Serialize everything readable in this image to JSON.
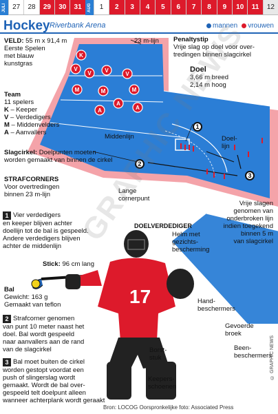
{
  "dates": {
    "month_july": "JULI",
    "month_aug": "AUG",
    "days": [
      "27",
      "28",
      "29",
      "30",
      "31",
      "1",
      "2",
      "3",
      "4",
      "5",
      "6",
      "7",
      "8",
      "9",
      "10",
      "11",
      "12"
    ],
    "highlight": [
      "29",
      "30",
      "31",
      "2",
      "3",
      "4",
      "5",
      "6",
      "7",
      "8",
      "9",
      "10",
      "11"
    ]
  },
  "header": {
    "title": "Hockey",
    "venue": "Riverbank Arena",
    "legend_men": "mannen",
    "legend_women": "vrouwen"
  },
  "colors": {
    "brand_blue": "#1f63b6",
    "field_blue": "#2b7ed6",
    "surround_pink": "#f4a3a9",
    "red": "#dd1a2b"
  },
  "field": {
    "veld_label": "VELD:",
    "veld_size": "55 m x 91,4 m",
    "veld_desc": [
      "Eerste Spelen",
      "met blauw",
      "kunstgras"
    ],
    "line_23m": "23 m-lijn",
    "middle_line": "Middenlijn",
    "team_title": "Team",
    "team_count": "11 spelers",
    "team_roles": [
      {
        "code": "K",
        "label": " – Keeper"
      },
      {
        "code": "V",
        "label": " – Verdedigers"
      },
      {
        "code": "M",
        "label": " – Middenvelders"
      },
      {
        "code": "A",
        "label": " – Aanvallers"
      }
    ],
    "player_letters": [
      "K",
      "V",
      "V",
      "V",
      "V",
      "M",
      "M",
      "M",
      "A",
      "A",
      "A"
    ]
  },
  "rules": {
    "penalty_title": "Penaltystip",
    "penalty_text": [
      "Vrije slag op doel voor over-",
      "tredingen binnen slagcirkel"
    ],
    "goal_title": "Doel",
    "goal_width": "3,66 m breed",
    "goal_height": "2,14 m hoog",
    "goal_line": [
      "Doel-",
      "lijn"
    ],
    "circle_title": "Slagcirkel:",
    "circle_text": [
      " Doelpunten moeten",
      "worden gemaakt van binnen de cirkel"
    ],
    "strafcorners_title": "STRAFCORNERS",
    "strafcorners_text": [
      "Voor overtredingen",
      "binnen 23 m-lijn"
    ],
    "long_corner": [
      "Lange",
      "cornerpunt"
    ],
    "free_hits": [
      "Vrije slagen",
      "genomen van",
      "onderbroken lijn",
      "indien toegekend",
      "binnen 5 m",
      "van slagcirkel"
    ]
  },
  "steps": [
    {
      "n": "1",
      "text": [
        "Vier verdedigers",
        "en keeper blijven achter",
        "doellijn tot de bal is gespeeld.",
        "Andere verdedigers blijven",
        "achter de middenlijn"
      ]
    },
    {
      "n": "2",
      "text": [
        "Strafcorner genomen",
        "van punt 10 meter naast het",
        "doel. Bal wordt gespeeld",
        "naar aanvallers aan de rand",
        "van de slagcirkel"
      ]
    },
    {
      "n": "3",
      "text": [
        "Bal moet buiten de cirkel",
        "worden gestopt voordat een",
        "push of slingerslag wordt",
        "gemaakt. Wordt de bal over-",
        "gespeeld telt doelpunt alleen",
        "wanneer achterplank wordt geraakt"
      ]
    }
  ],
  "equipment": {
    "stick_title": "Stick:",
    "stick_text": " 96 cm lang",
    "ball_title": "Bal",
    "ball_text": [
      "Gewicht: 163 g",
      "Gemaakt van teflon"
    ],
    "keeper_title": "DOELVERDEDIGER",
    "helmet": [
      "Helm met",
      "gezichts-",
      "bescherming"
    ],
    "hand": [
      "Hand-",
      "beschermers"
    ],
    "padded": [
      "Gevoerde",
      "broek"
    ],
    "leg": [
      "Been-",
      "beschermers"
    ],
    "chest": [
      "Borst-",
      "stuk"
    ],
    "shoes": [
      "Keepers-",
      "schoenen"
    ],
    "jersey_number": "17"
  },
  "footer": {
    "credits": "Bron: LOCOG   Oorspronkelijke foto: Associated Press",
    "copyright": "© GRAPHIC NEWS",
    "watermark": "GRAPHIC NEWS"
  }
}
